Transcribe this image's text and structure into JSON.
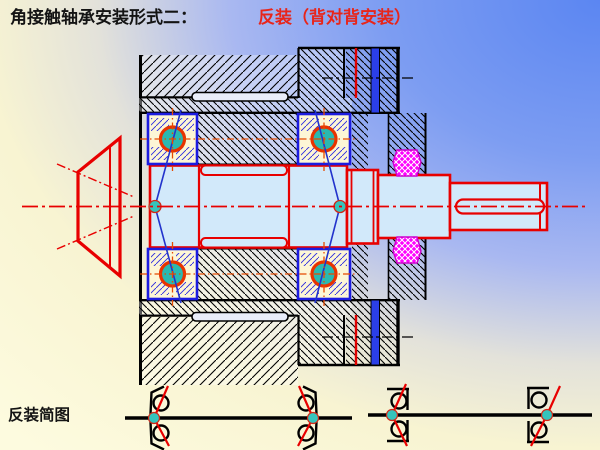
{
  "slide": {
    "title": {
      "black_part": "角接触轴承安装形式二：",
      "red_part": "反装（背对背安装）"
    },
    "schematic_label": "反装简图"
  },
  "colors": {
    "background_yellow": "#fdfbdf",
    "background_blue": "#5b86f2",
    "outline_black": "#000000",
    "shaft_outline_red": "#e80000",
    "shaft_fill_blue": "#d2e9fa",
    "bearing_outline_blue": "#1c1ce0",
    "bearing_fill_cream": "#fdf6d6",
    "ball_teal": "#2ab9b0",
    "ball_ring_red": "#e83300",
    "pressure_dot_teal": "#35c4bc",
    "felt_seal_magenta": "#ff00ff",
    "bolt_blue": "#2b3fe8",
    "centerline_red": "#e80000",
    "bearing_crosshair_orange": "#e64a00"
  }
}
